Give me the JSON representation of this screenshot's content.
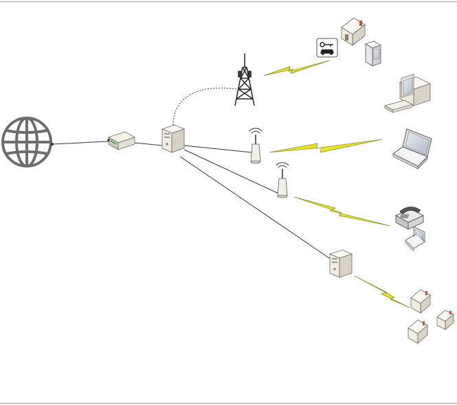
{
  "diagram": {
    "nodes": [
      {
        "id": "internet",
        "icon": "globe-icon"
      },
      {
        "id": "modem",
        "icon": "modem-icon"
      },
      {
        "id": "main-server",
        "icon": "server-icon"
      },
      {
        "id": "cell-tower",
        "icon": "cell-tower-icon"
      },
      {
        "id": "access-point-1",
        "icon": "wireless-access-point-icon"
      },
      {
        "id": "access-point-2",
        "icon": "wireless-access-point-icon"
      },
      {
        "id": "relay-server",
        "icon": "server-icon"
      },
      {
        "id": "smart-home",
        "icon": "house-icon"
      },
      {
        "id": "car-remote",
        "icon": "car-key-icon"
      },
      {
        "id": "mobile-phone",
        "icon": "mobile-phone-icon"
      },
      {
        "id": "desktop-pc",
        "icon": "desktop-computer-icon"
      },
      {
        "id": "laptop",
        "icon": "laptop-icon"
      },
      {
        "id": "phone-laptop-office",
        "icon": "telephone-laptop-icon"
      },
      {
        "id": "houses",
        "icon": "houses-icon"
      }
    ],
    "links": [
      {
        "from": "internet",
        "to": "modem",
        "kind": "wired"
      },
      {
        "from": "modem",
        "to": "main-server",
        "kind": "wired"
      },
      {
        "from": "main-server",
        "to": "cell-tower",
        "kind": "dotted"
      },
      {
        "from": "main-server",
        "to": "access-point-1",
        "kind": "wired"
      },
      {
        "from": "main-server",
        "to": "access-point-2",
        "kind": "wired"
      },
      {
        "from": "main-server",
        "to": "relay-server",
        "kind": "wired"
      },
      {
        "from": "cell-tower",
        "to": "smart-home",
        "kind": "wireless"
      },
      {
        "from": "access-point-1",
        "to": "laptop",
        "kind": "wireless"
      },
      {
        "from": "access-point-2",
        "to": "phone-laptop-office",
        "kind": "wireless"
      },
      {
        "from": "relay-server",
        "to": "houses",
        "kind": "wireless"
      }
    ],
    "colors": {
      "line": "#333333",
      "lightning": "#e9e621",
      "lightning_outline": "#8a8a2a",
      "device_body": "#f2efe6",
      "device_shadow": "#b9b4a6",
      "globe": "#6d6d6d",
      "roof": "#c8523a",
      "rule": "#9a9a9a"
    }
  }
}
